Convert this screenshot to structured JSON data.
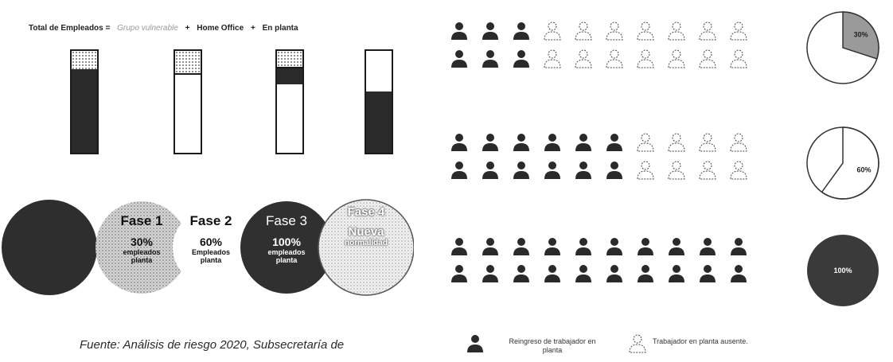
{
  "equation": {
    "total": "Total de Empleados =",
    "vulnerable": "Grupo vulnerable",
    "plus1": "+",
    "home_office": "Home Office",
    "plus2": "+",
    "en_planta": "En planta"
  },
  "bars": [
    {
      "dotted": 0.18,
      "dark": 0.82
    },
    {
      "dotted": 0.22,
      "dark": 0.0
    },
    {
      "dotted": 0.16,
      "dark": 0.16
    },
    {
      "dotted": 0.0,
      "dark": 0.6
    }
  ],
  "phases": [
    {
      "title": "",
      "line1": "",
      "line2": "",
      "line3": ""
    },
    {
      "title": "Fase 1",
      "line1": "30%",
      "line2": "empleados",
      "line3": "planta"
    },
    {
      "title": "Fase 2",
      "line1": "60%",
      "line2": "Empleados",
      "line3": "planta"
    },
    {
      "title": "Fase 3",
      "line1": "100%",
      "line2": "empleados",
      "line3": "planta"
    },
    {
      "title": "Fase 4",
      "line1": "Nueva",
      "line2": "normalidad",
      "line3": ""
    }
  ],
  "people_rows": [
    {
      "present": 3,
      "pie_label": "30%",
      "pie_fraction": 0.3
    },
    {
      "present": 6,
      "pie_label": "60%",
      "pie_fraction": 0.6
    },
    {
      "present": 10,
      "pie_label": "100%",
      "pie_fraction": 1.0
    }
  ],
  "legend": {
    "present_label_1": "Reingreso de trabajador en",
    "present_label_2": "planta",
    "absent_label": "Trabajador en planta ausente."
  },
  "source": "Fuente: Análisis de riesgo 2020, Subsecretaría de",
  "colors": {
    "dark": "#2a2a2a",
    "circle_gray": "#555555",
    "dotted_gray": "#8a8a8a"
  }
}
